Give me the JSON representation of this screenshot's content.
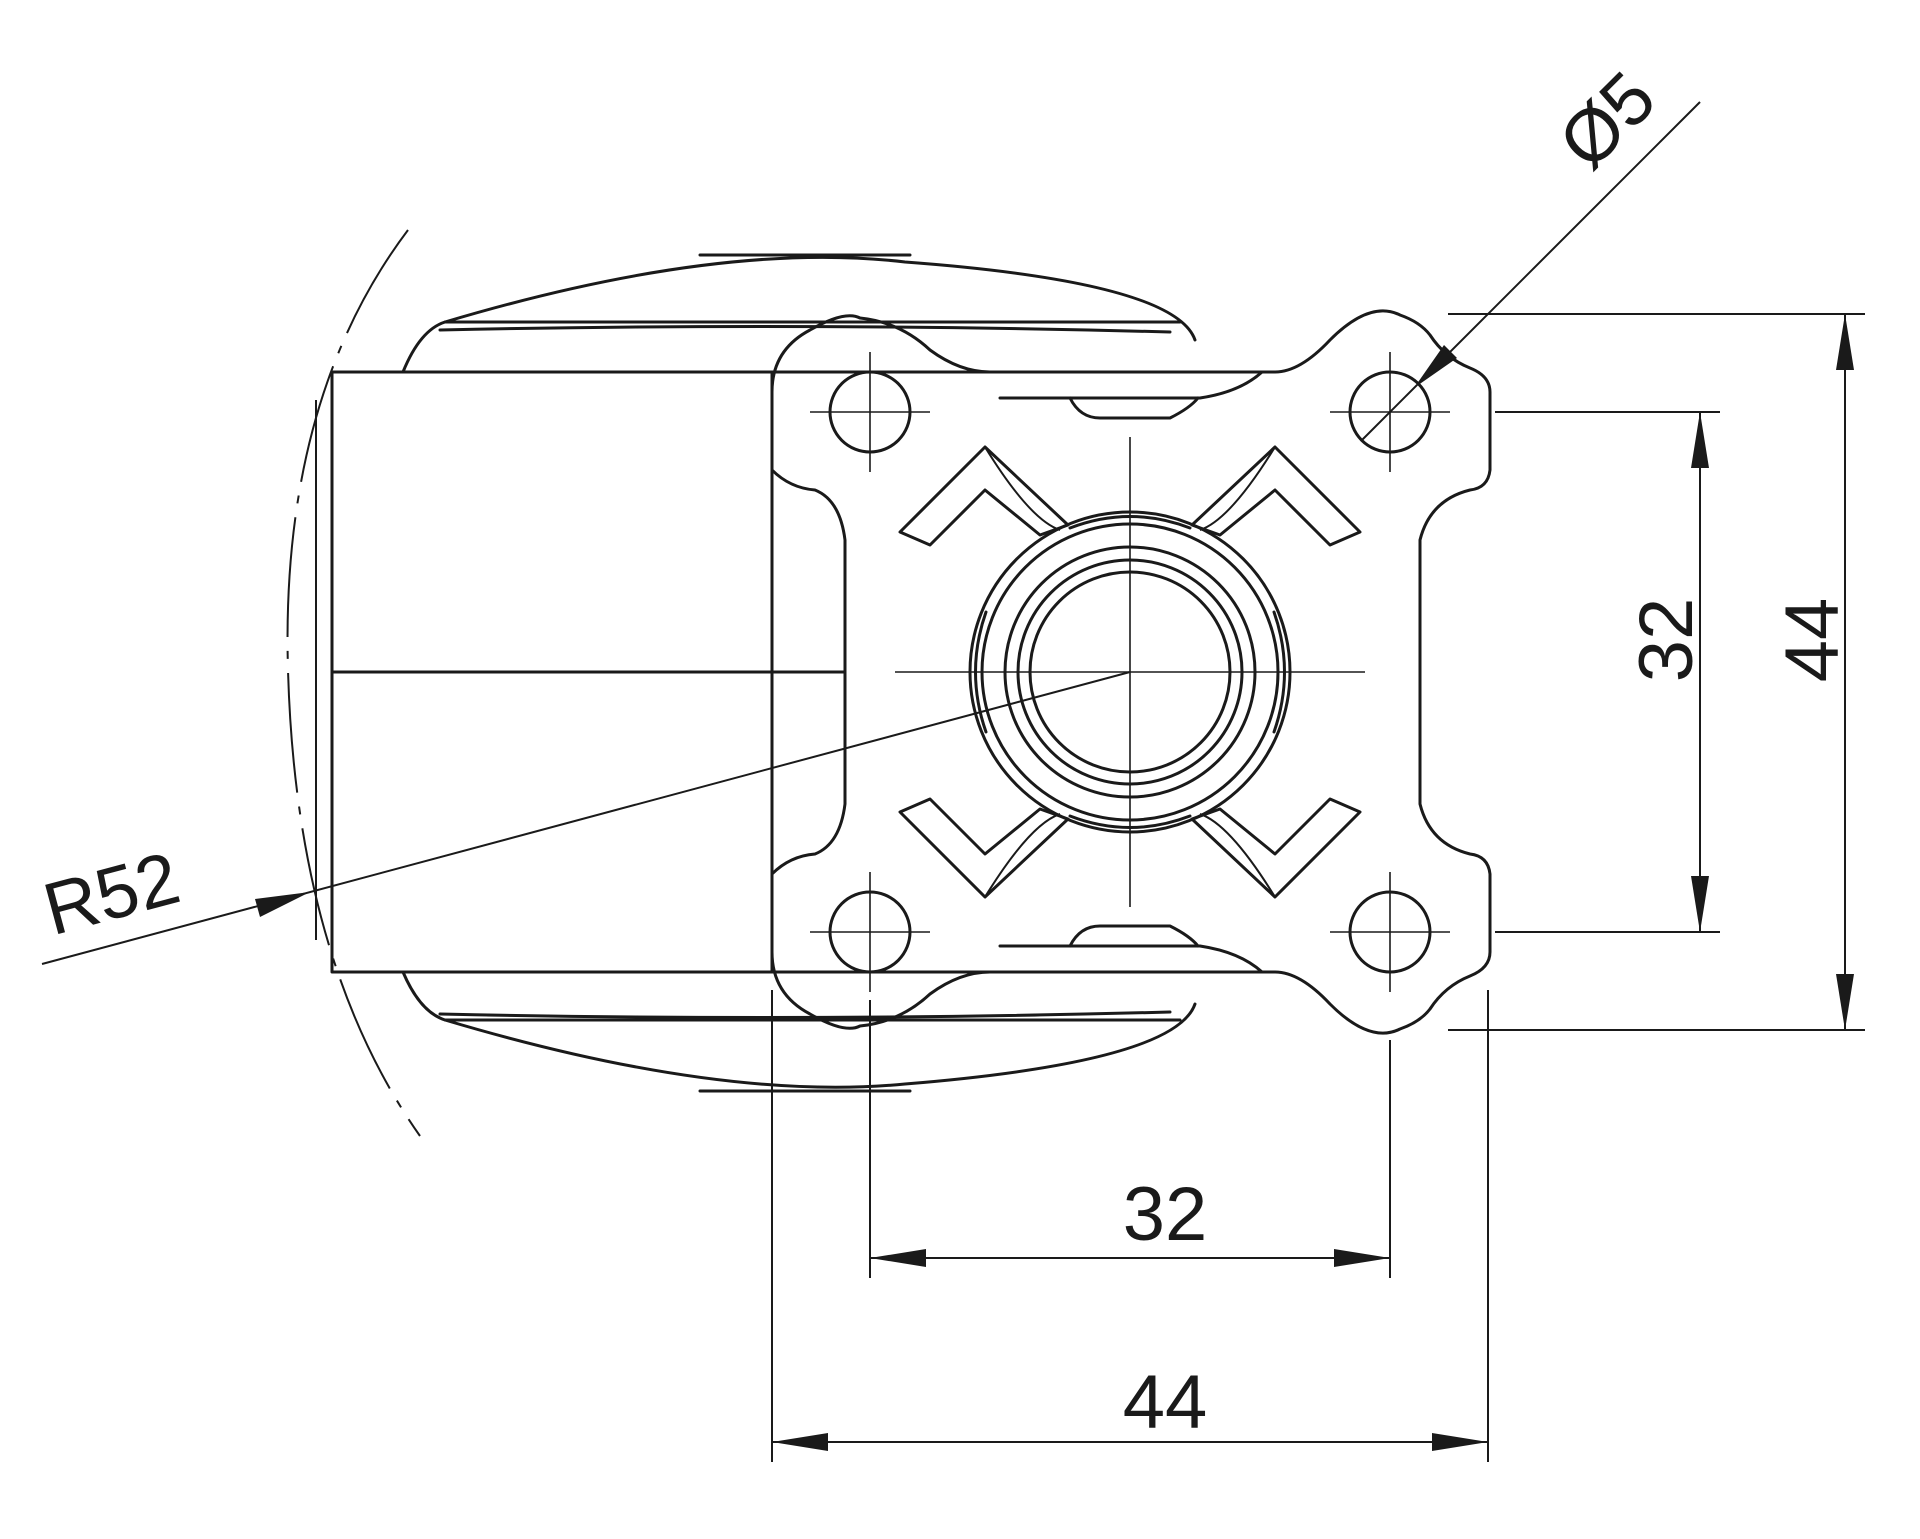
{
  "drawing": {
    "dimensions": {
      "hole_diameter": "Ø5",
      "wheel_radius": "R52",
      "hole_spacing_vertical": "32",
      "plate_height": "44",
      "hole_spacing_horizontal": "32",
      "plate_width": "44"
    },
    "colors": {
      "line": "#1a1a1a",
      "background": "#ffffff"
    }
  }
}
